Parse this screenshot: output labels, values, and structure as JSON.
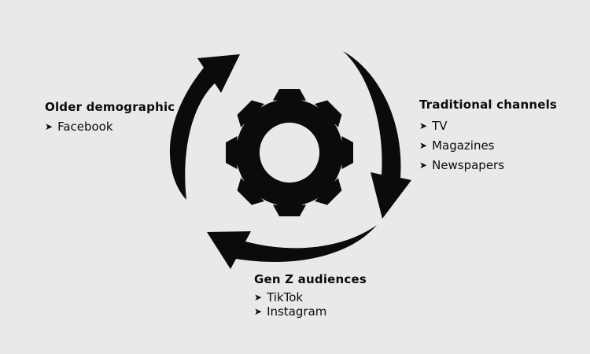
{
  "background_color": "#eae9e7",
  "ink_color": "#0d0b09",
  "diagram": {
    "type": "cycle",
    "center_icon": "gear",
    "rotation": "clockwise",
    "bullet": "➤",
    "nodes": [
      {
        "id": "left",
        "title": "Older demographic",
        "items": [
          "Facebook"
        ]
      },
      {
        "id": "right",
        "title": "Traditional channels",
        "items": [
          "TV",
          "Magazines",
          "Newspapers"
        ]
      },
      {
        "id": "bottom",
        "title": "Gen Z audiences",
        "items": [
          "TikTok",
          "Instagram"
        ]
      }
    ]
  }
}
